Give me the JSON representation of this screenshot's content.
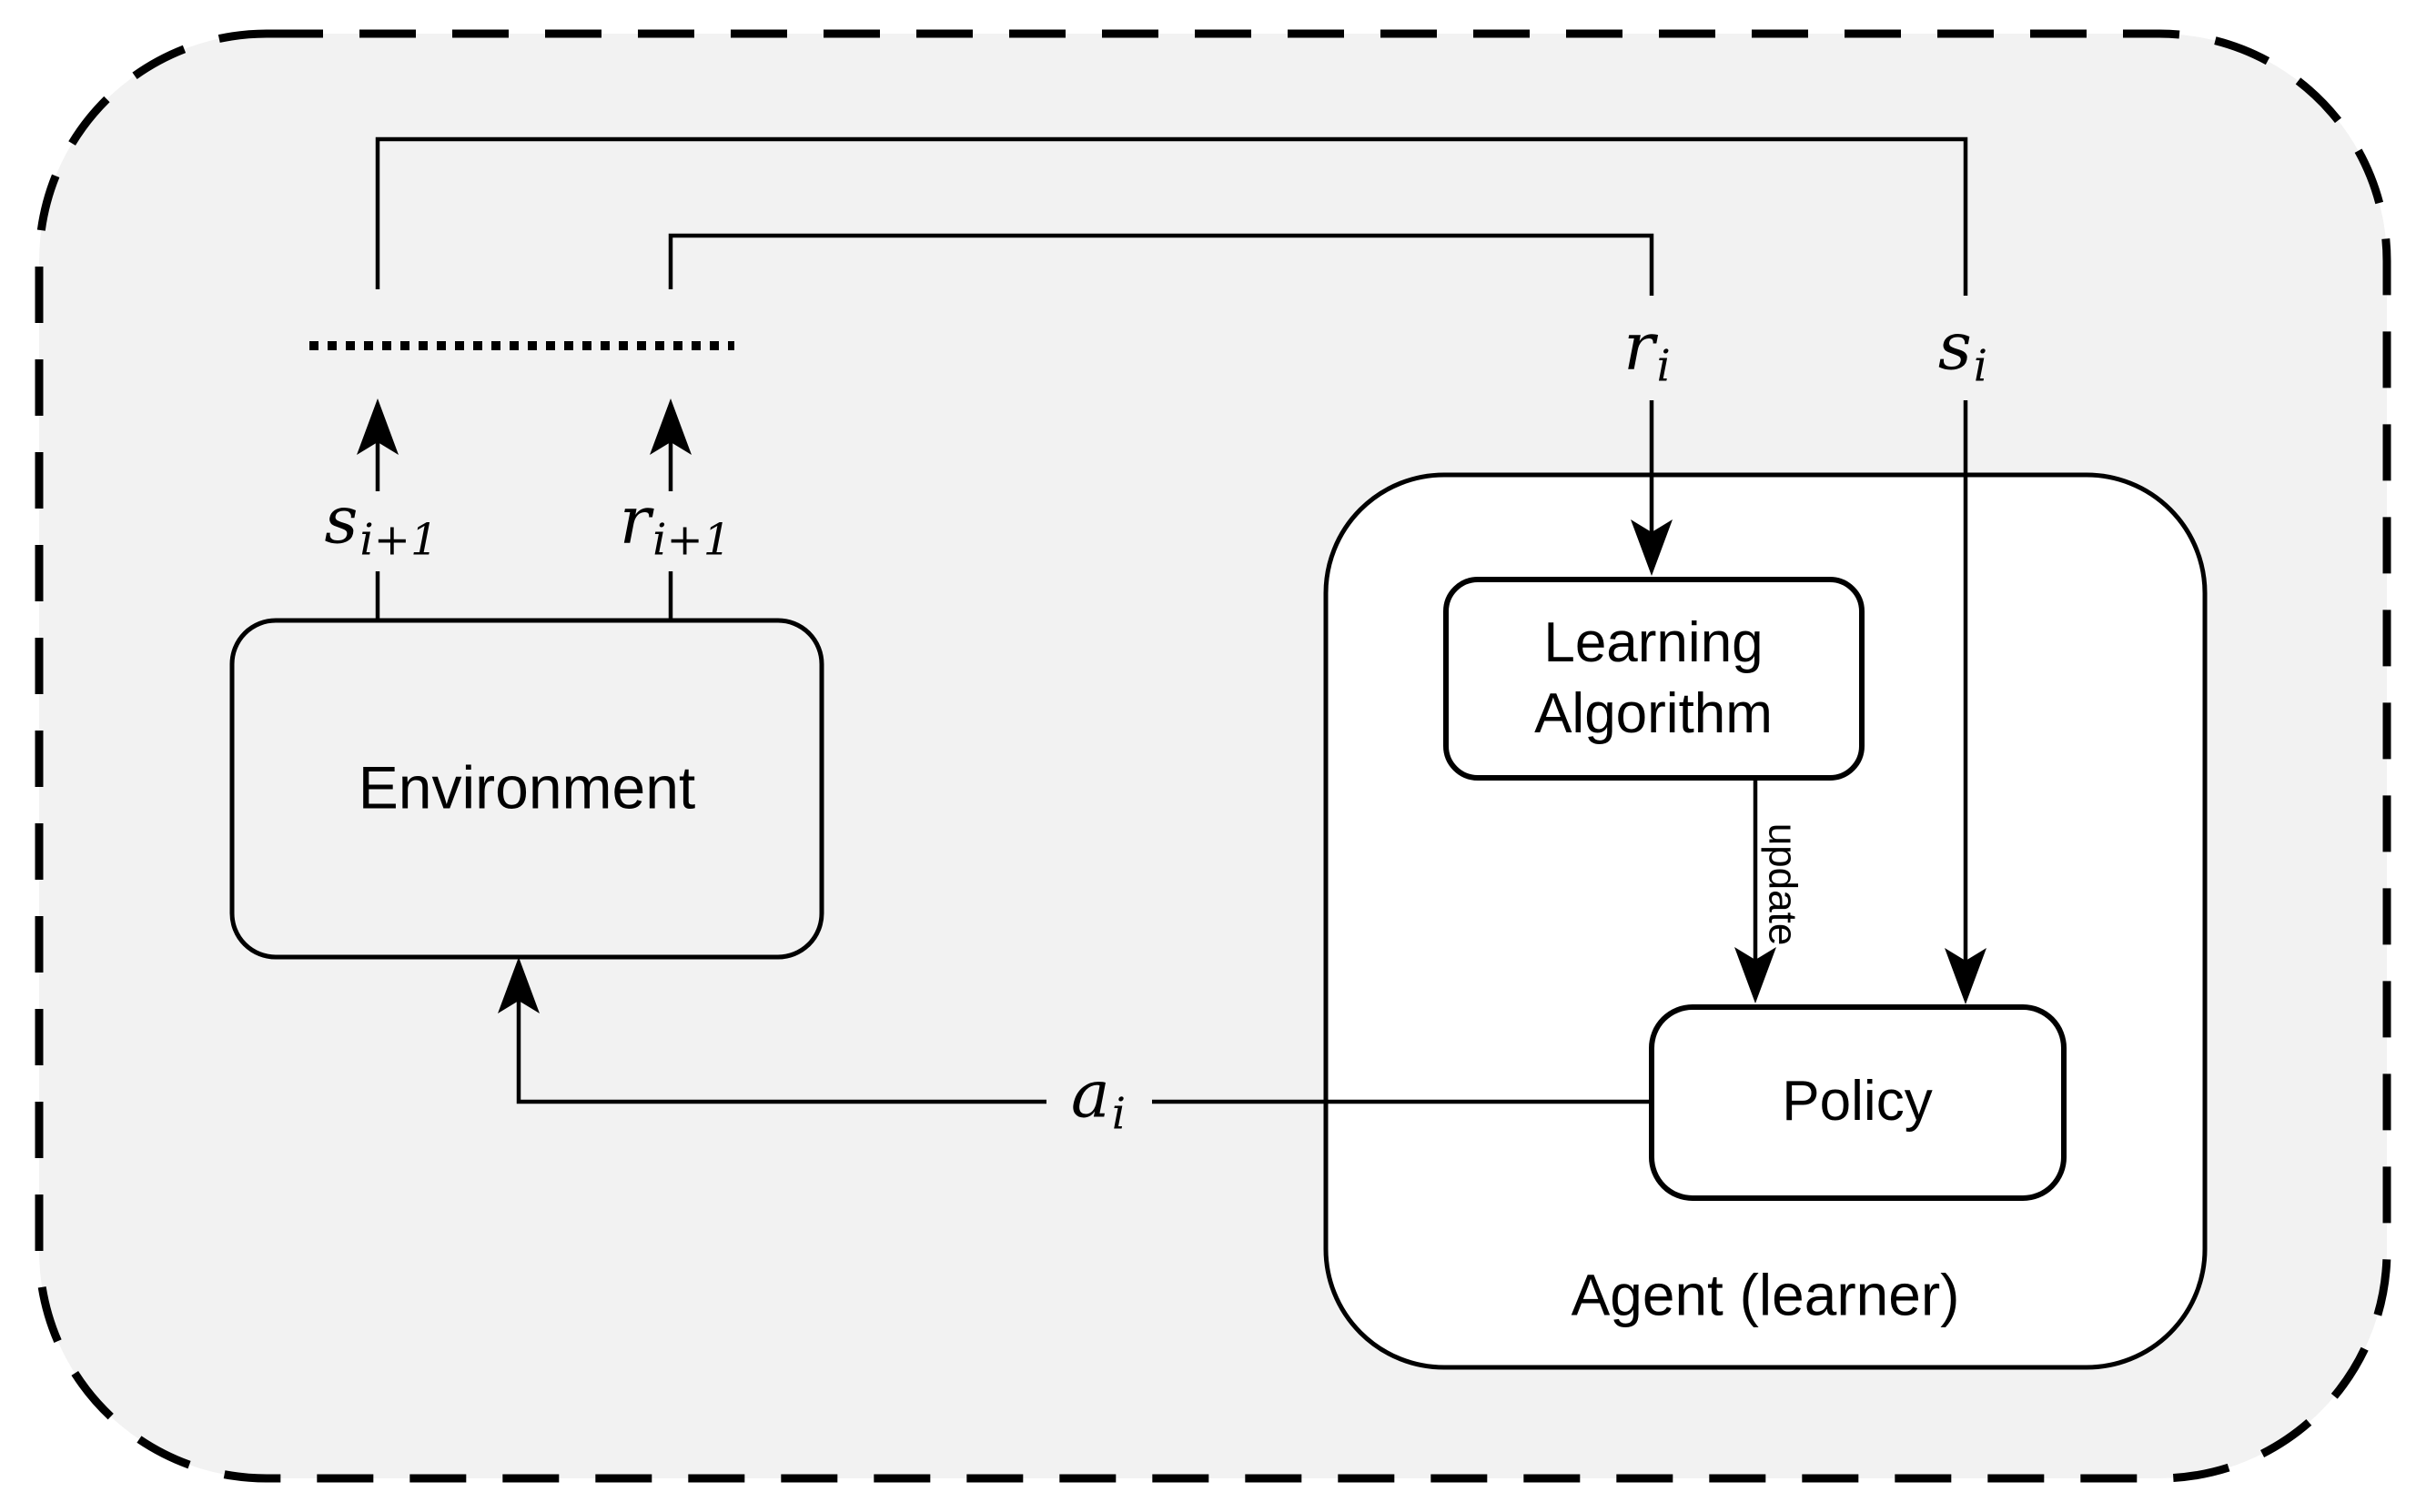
{
  "diagram": {
    "type": "block-diagram",
    "topic": "reinforcement learning loop",
    "colors": {
      "canvas_fill": "#f2f2f2",
      "box_fill": "#ffffff",
      "stroke": "#000000",
      "text": "#000000"
    },
    "boxes": {
      "environment": {
        "label": "Environment"
      },
      "agent": {
        "label": "Agent (learner)"
      },
      "learning_algorithm": {
        "line1": "Learning",
        "line2": "Algorithm"
      },
      "policy": {
        "label": "Policy"
      }
    },
    "edge_labels": {
      "next_state": {
        "base": "s",
        "subscript": "i+1"
      },
      "next_reward": {
        "base": "r",
        "subscript": "i+1"
      },
      "reward": {
        "base": "r",
        "subscript": "i"
      },
      "state": {
        "base": "s",
        "subscript": "i"
      },
      "action": {
        "base": "a",
        "subscript": "i"
      },
      "update": "update"
    }
  }
}
